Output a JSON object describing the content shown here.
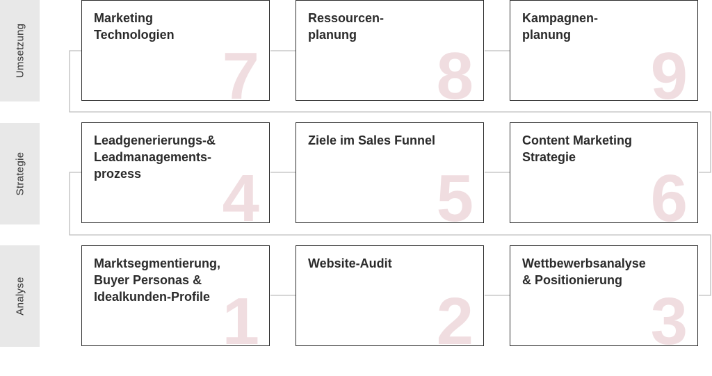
{
  "rows": {
    "umsetzung": "Umsetzung",
    "strategie": "Strategie",
    "analyse": "Analyse"
  },
  "steps": [
    {
      "number": "1",
      "label": "Marktsegmentierung,\nBuyer Personas &\nIdealkunden-Profile"
    },
    {
      "number": "2",
      "label": "Website-Audit"
    },
    {
      "number": "3",
      "label": "Wettbewerbsanalyse\n& Positionierung"
    },
    {
      "number": "4",
      "label": "Leadgenerierungs-&\nLeadmanagements-\nprozess"
    },
    {
      "number": "5",
      "label": "Ziele im Sales Funnel"
    },
    {
      "number": "6",
      "label": "Content Marketing\nStrategie"
    },
    {
      "number": "7",
      "label": "Marketing\nTechnologien"
    },
    {
      "number": "8",
      "label": "Ressourcen-\nplanung"
    },
    {
      "number": "9",
      "label": "Kampagnen-\nplanung"
    }
  ],
  "colors": {
    "box_border": "#2a2a2a",
    "number": "#f0dde0",
    "side_band": "#e8e8e8",
    "connector": "#bdbdbd"
  }
}
